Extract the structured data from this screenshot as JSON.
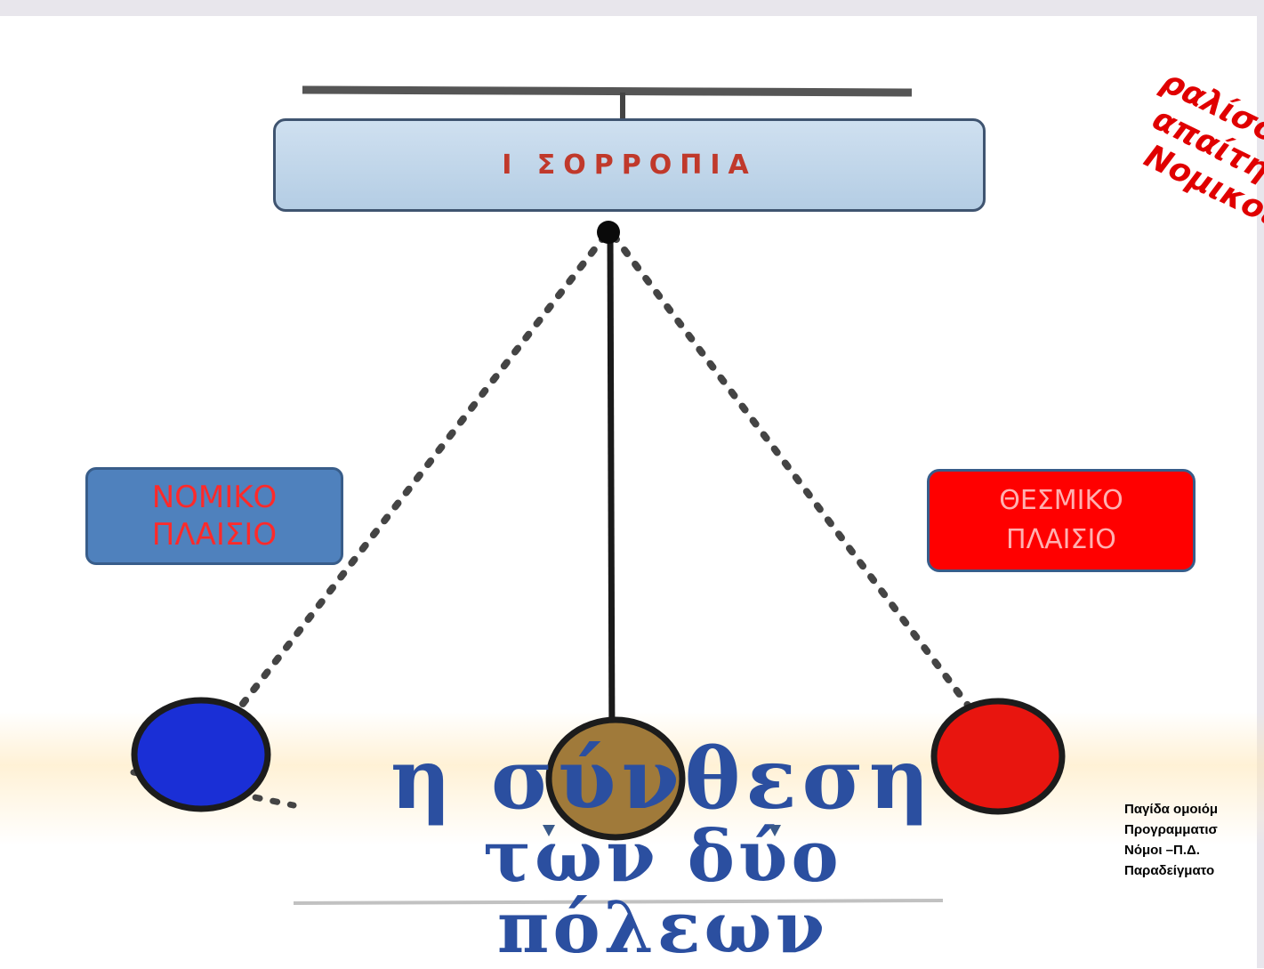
{
  "diagram": {
    "title": "Ι ΣΟΡΡΟΠΙΑ",
    "left_box": {
      "line1": "ΝΟΜΙΚΟ",
      "line2": "ΠΛΑΙΣΙΟ"
    },
    "right_box": {
      "line1": "ΘΕΣΜΙΚΟ",
      "line2": "ΠΛΑΙΣΙΟ"
    },
    "bottom_text": {
      "line1": "η σύνθεση",
      "line2": "των δύο πόλεων"
    },
    "colors": {
      "left_ball": "#1a2fd6",
      "middle_ball": "#a07a3a",
      "right_ball": "#e8150f",
      "title_text": "#c0392b"
    }
  },
  "tilted_caption": {
    "line1": "ραλίσουμε αντικε",
    "line2": "απαίτητη η ισορροπία",
    "line3": "Νομικού και Θεσμικού πλαι"
  },
  "side_notes": [
    "Παγίδα ομοιόμ",
    "Προγραμματισ",
    "Νόμοι –Π.Δ.",
    "Παραδείγματο"
  ]
}
